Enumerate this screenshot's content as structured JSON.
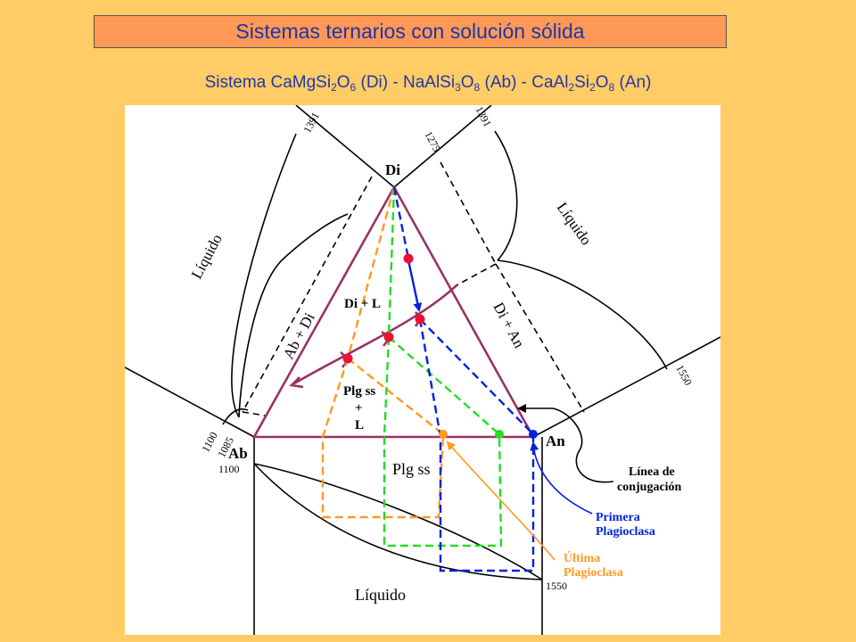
{
  "title": "Sistemas ternarios con solución sólida",
  "subtitle": {
    "prefix": "Sistema CaMgSi",
    "di_s1": "2",
    "di_o": "O",
    "di_s2": "6",
    "di_tail": " (Di) - NaAlSi",
    "ab_s1": "3",
    "ab_o": "O",
    "ab_s2": "8",
    "ab_tail": " (Ab) - CaAl",
    "an_s1": "2",
    "an_si": "Si",
    "an_s2": "2",
    "an_o": "O",
    "an_s3": "8",
    "an_tail": " (An)"
  },
  "diagram": {
    "vertices": {
      "di": "Di",
      "ab": "Ab",
      "an": "An"
    },
    "fields": {
      "di_l": "Di + L",
      "plg_ss": "Plg ss",
      "plus": "+",
      "l": "L",
      "ab_di": "Ab + Di",
      "di_an": "Di + An",
      "plg_ss_bottom": "Plg ss"
    },
    "liquid_labels": [
      "Líquido",
      "Líquido",
      "Líquido"
    ],
    "temperatures": {
      "t1391_left": "1391",
      "t1391_right": "1391",
      "t1275": "1275",
      "t1550_right": "1550",
      "t1100": "1100",
      "t1085": "1085",
      "t1100_b": "1100",
      "t1550_b": "1550"
    },
    "annotations": {
      "conjugacion": [
        "Línea de",
        "conjugación"
      ],
      "primera": [
        "Primera",
        "Plagioclasa"
      ],
      "ultima": [
        "Última",
        "Plagioclasa"
      ]
    },
    "colors": {
      "background": "#FFCC66",
      "title_box": "#FF9955",
      "title_text": "#1F35A8",
      "triangle": "#993366",
      "blue": "#0022DD",
      "green": "#22DD22",
      "orange": "#FF9922",
      "red": "#EE1133"
    }
  }
}
